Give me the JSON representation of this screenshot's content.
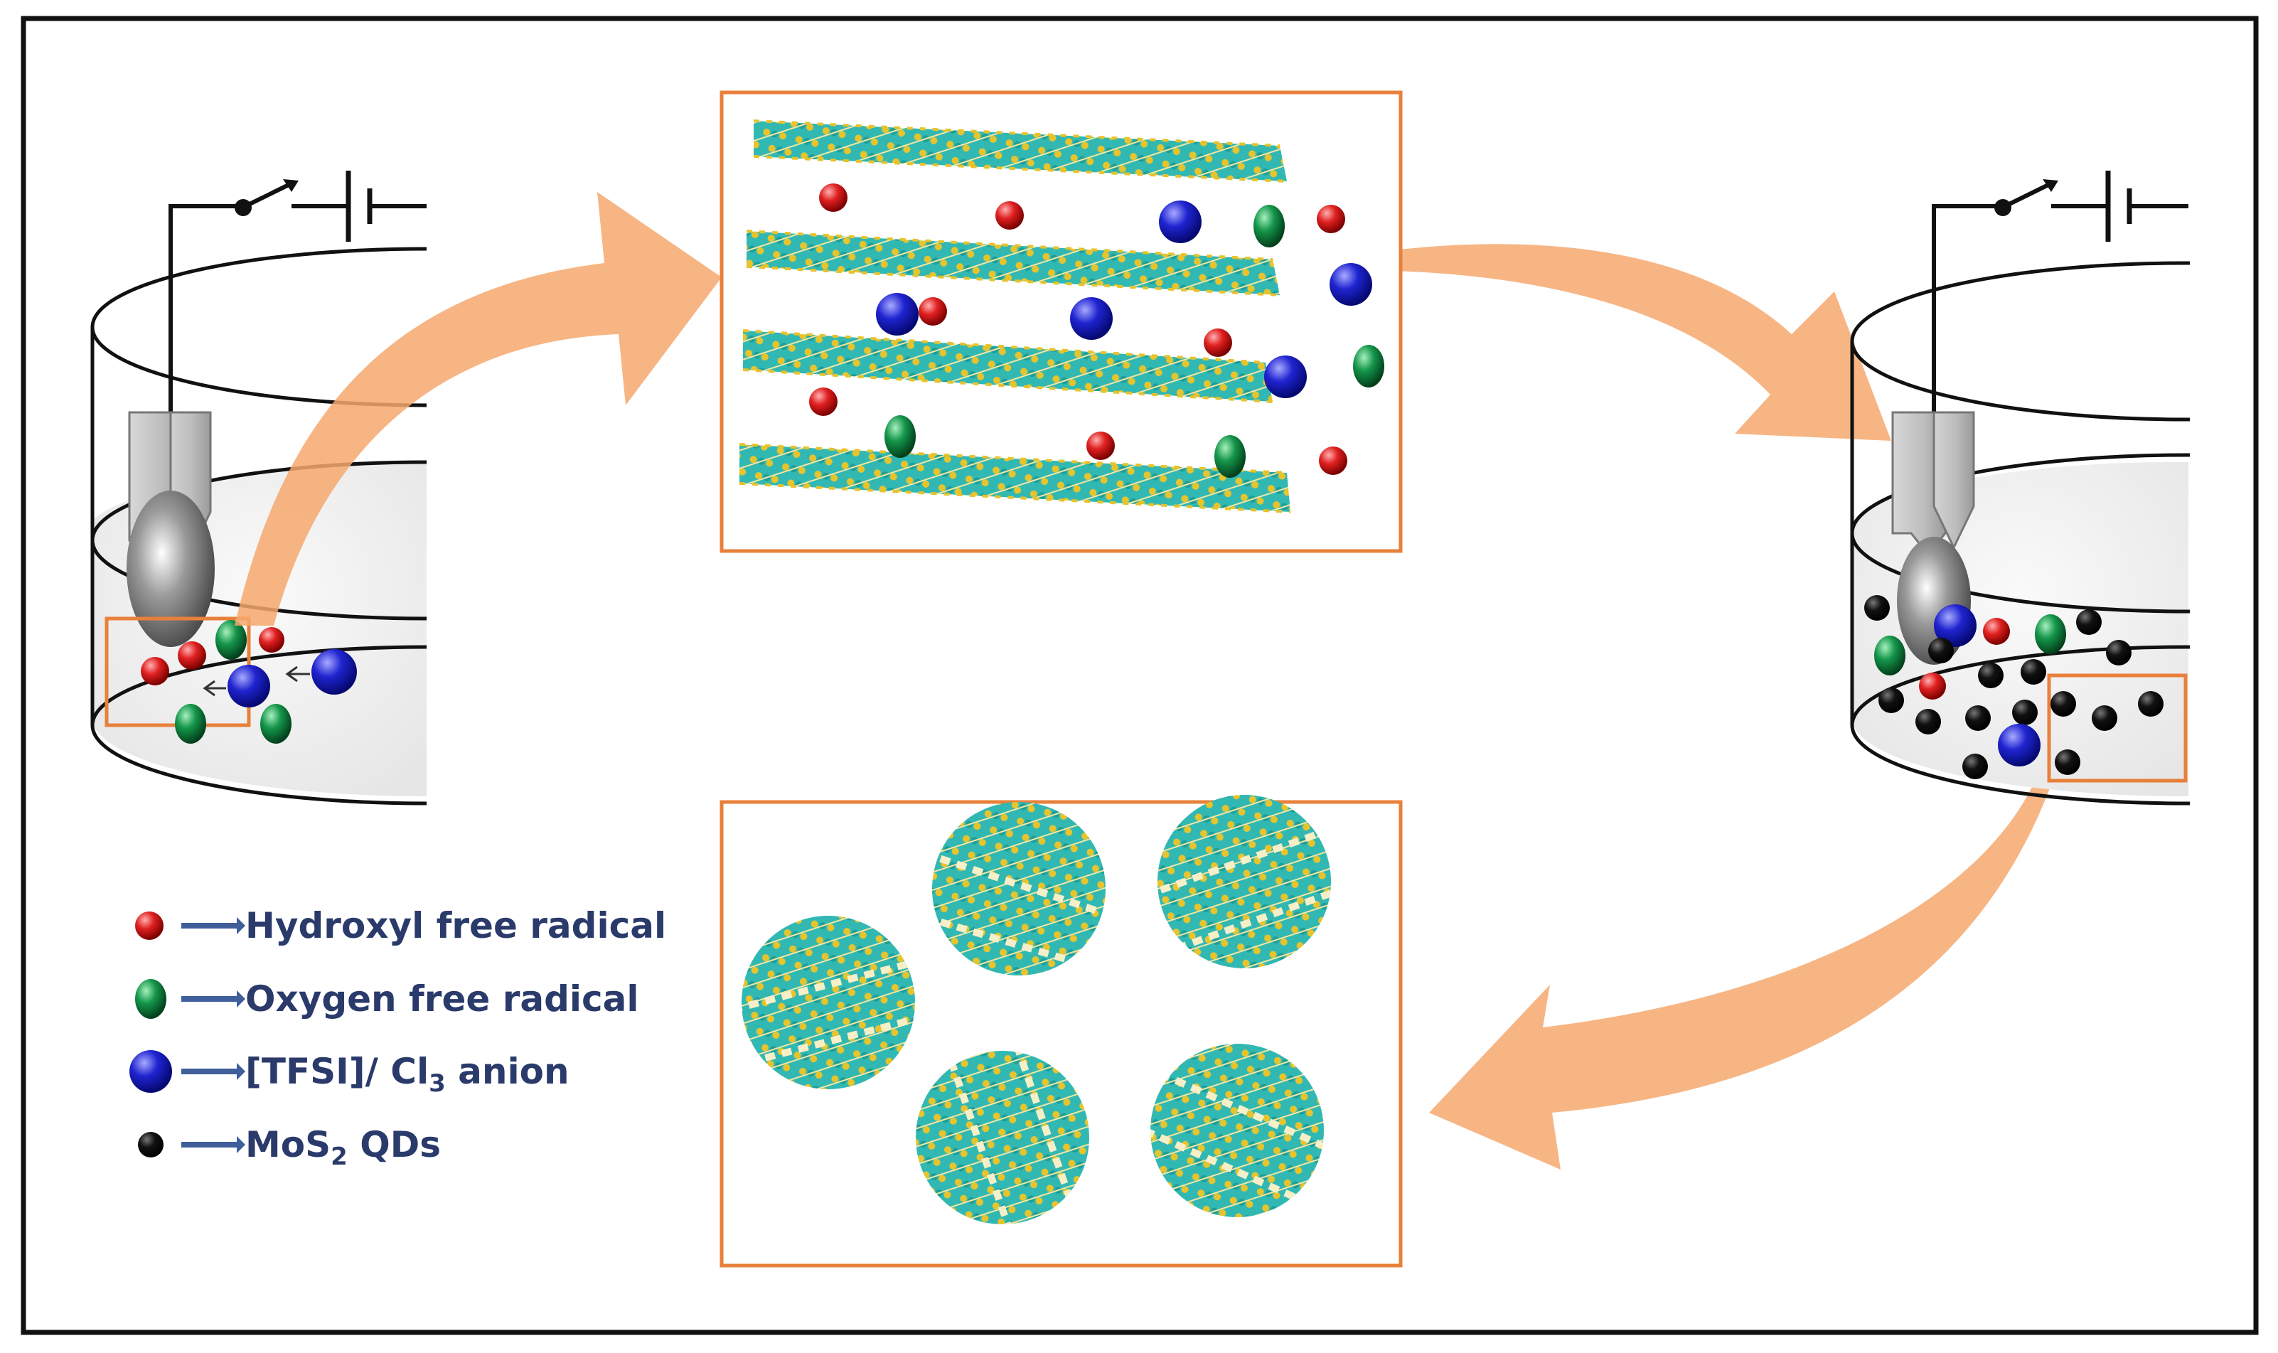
{
  "legend": {
    "items": [
      {
        "id": "hydroxyl",
        "label": "Hydroxyl free radical",
        "swatch": "#d81e1e"
      },
      {
        "id": "oxygen",
        "label": "Oxygen free radical",
        "swatch": "#118a3c"
      },
      {
        "id": "anion",
        "label": "[TFSI]/ Cl3 anion",
        "label_pre": "[TFSI]/ Cl",
        "label_sub": "3",
        "label_post": " anion",
        "swatch": "#1c22c8"
      },
      {
        "id": "qds",
        "label": "MoS2 QDs",
        "label_pre": "MoS",
        "label_sub": "2",
        "label_post": " QDs",
        "swatch": "#111111"
      }
    ],
    "arrow_color": "#3f5e9a"
  },
  "colors": {
    "frame": "#111111",
    "box": "#e8803a",
    "flow_arrow": "#f6a86e",
    "mo_atom": "#2bb4b4",
    "s_atom": "#e8c22a",
    "electrode": "#b8b8b8",
    "solution": "#f0f0f0"
  }
}
